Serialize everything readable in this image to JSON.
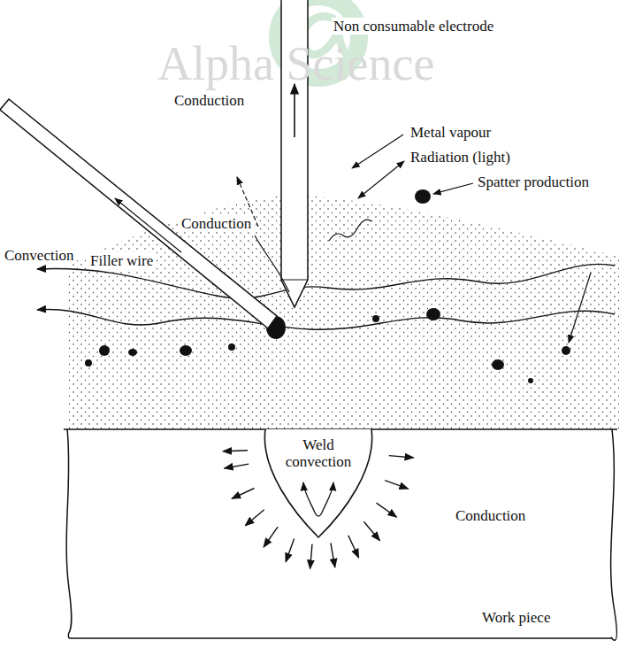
{
  "diagram": {
    "nodes": [
      {
        "text": [
          "Conduction",
          "Work piece"
        ]
      },
      {
        "text": [
          "Weld convection"
        ],
        "in": 0
      }
    ],
    "labels": [
      "Alpha Science",
      "Non consumable electrode",
      "Conduction",
      "Metal vapour",
      "Radiation (light)",
      "Spatter production",
      "Conduction",
      "Filler wire",
      "Convection"
    ]
  }
}
